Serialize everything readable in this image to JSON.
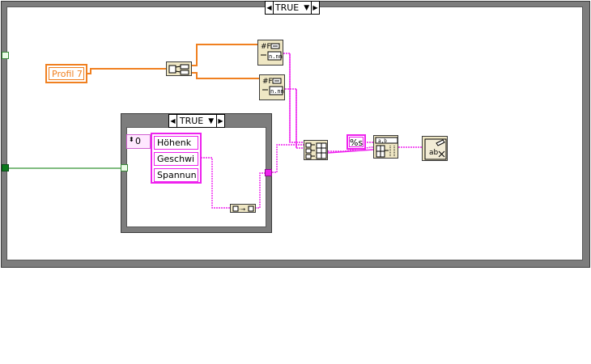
{
  "outer_case": {
    "selector_value": "TRUE"
  },
  "inner_case": {
    "selector_value": "TRUE"
  },
  "profile_constant": {
    "text": "Profil 7"
  },
  "index_display": {
    "value": "0"
  },
  "string_array": {
    "items": [
      "Höhenk",
      "Geschwi",
      "Spannun"
    ]
  },
  "format_constant": {
    "text": "%s"
  },
  "icons": {
    "unbundle": "unbundle-icon",
    "format_a": "format-into-string-icon",
    "format_b": "format-into-string-icon",
    "build_array": "build-array-icon",
    "array_to_spreadsheet": "array-to-spreadsheet-string-icon",
    "write_file": "write-to-text-file-icon",
    "index_array": "index-array-icon"
  },
  "colors": {
    "string_wire": "#ee22ee",
    "cluster_wire": "#f08020",
    "boolean_wire": "#007a00",
    "frame": "#7d7d7d",
    "node_fill": "#efe7c4"
  }
}
